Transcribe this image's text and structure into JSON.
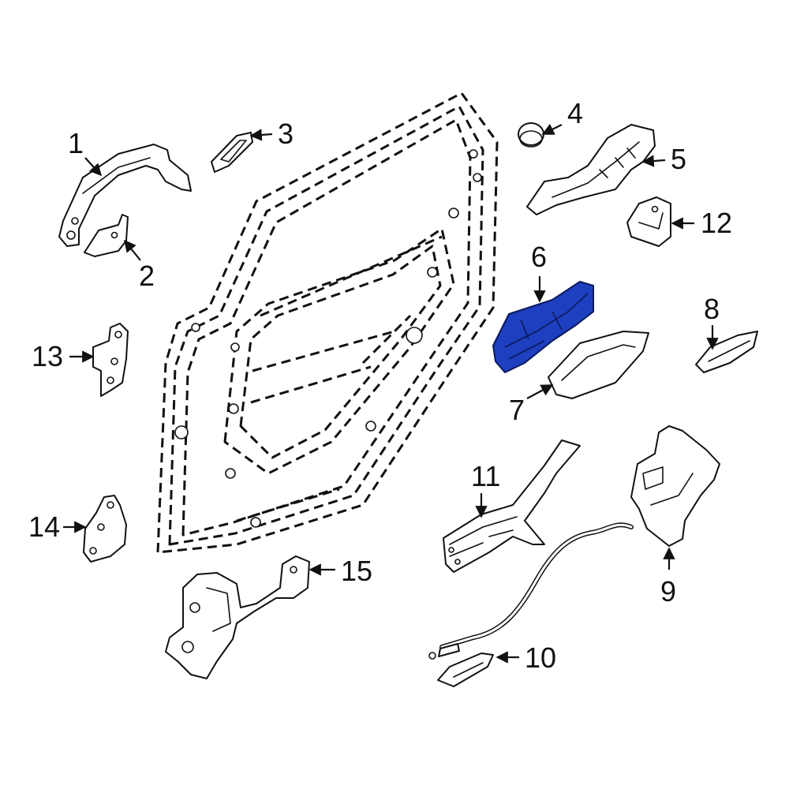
{
  "diagram": {
    "highlight_color": "#1e3fbf",
    "highlighted_part": "6",
    "callouts": [
      {
        "id": "1",
        "label": "1"
      },
      {
        "id": "2",
        "label": "2"
      },
      {
        "id": "3",
        "label": "3"
      },
      {
        "id": "4",
        "label": "4"
      },
      {
        "id": "5",
        "label": "5"
      },
      {
        "id": "6",
        "label": "6"
      },
      {
        "id": "7",
        "label": "7"
      },
      {
        "id": "8",
        "label": "8"
      },
      {
        "id": "9",
        "label": "9"
      },
      {
        "id": "10",
        "label": "10"
      },
      {
        "id": "11",
        "label": "11"
      },
      {
        "id": "12",
        "label": "12"
      },
      {
        "id": "13",
        "label": "13"
      },
      {
        "id": "14",
        "label": "14"
      },
      {
        "id": "15",
        "label": "15"
      }
    ]
  }
}
